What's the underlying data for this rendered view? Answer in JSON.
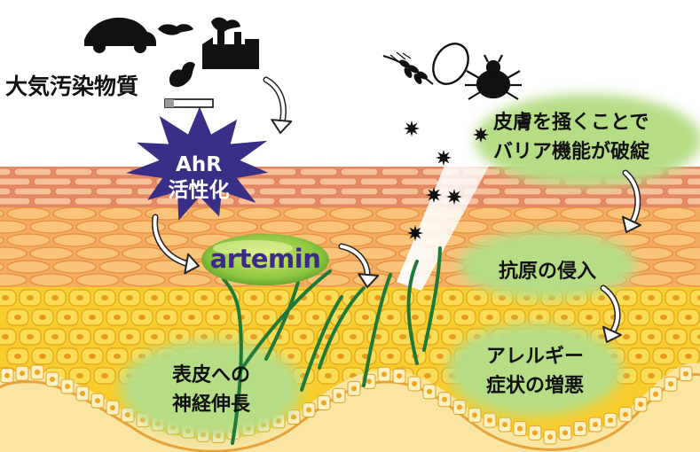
{
  "labels": {
    "air_pollution": "大気汚染物質",
    "ahr_line1": "AhR",
    "ahr_line2": "活性化",
    "artemin": "artemin",
    "scratch_line1": "皮膚を掻くことで",
    "scratch_line2": "バリア機能が破綻",
    "antigen_entry": "抗原の侵入",
    "allergy_line1": "アレルギー",
    "allergy_line2": "症状の増悪",
    "nerve_line1": "表皮への",
    "nerve_line2": "神経伸長"
  },
  "icons": {
    "pollution_sources": [
      "car-icon",
      "factory-icon",
      "cigarette-icon",
      "smoke-icon"
    ],
    "allergens": [
      "wheat-icon",
      "egg-icon",
      "mite-icon"
    ]
  },
  "colors": {
    "star_burst": "#3a2f86",
    "artemin_oval": "#8cc63f",
    "green_blob": "#b5dd86",
    "nerve": "#1f7a3a",
    "skin_top": "#e58a66",
    "skin_mid": "#f3ad62",
    "skin_yellow": "#f7cd2e",
    "skin_bottom": "#fbe5a3"
  }
}
